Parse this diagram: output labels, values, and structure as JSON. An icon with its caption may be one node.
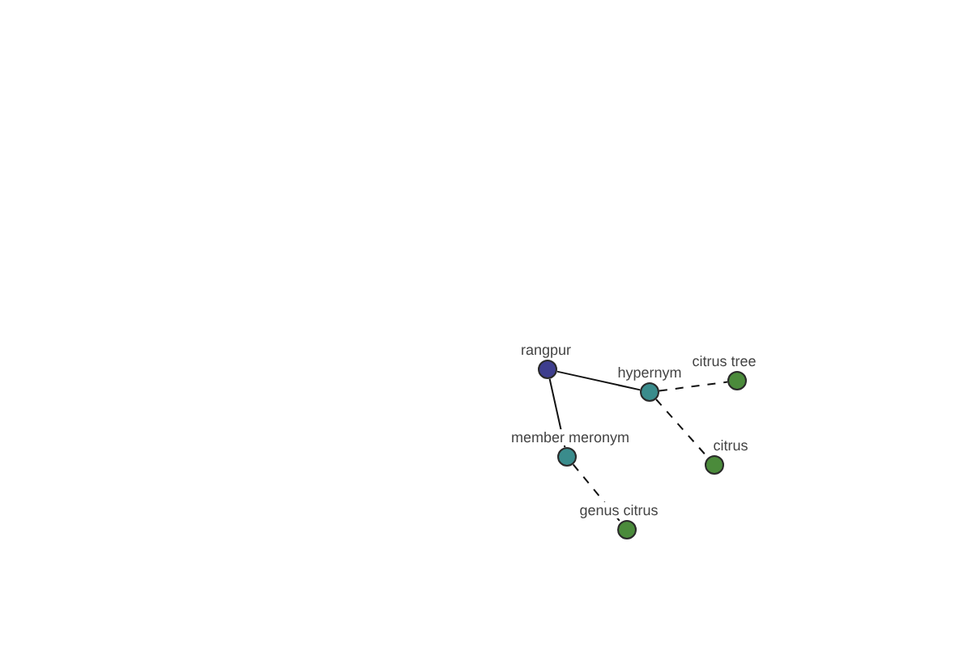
{
  "diagram": {
    "nodes": [
      {
        "text": [],
        "shape": "circle",
        "beside": [
          "rangpur"
        ]
      },
      {
        "text": [],
        "shape": "circle",
        "beside": [
          "hypernym"
        ]
      },
      {
        "text": [],
        "shape": "circle",
        "beside": [
          "citrus tree"
        ]
      },
      {
        "text": [],
        "shape": "circle",
        "beside": [
          "member meronym"
        ]
      },
      {
        "text": [],
        "shape": "circle",
        "beside": [
          "citrus"
        ]
      },
      {
        "text": [],
        "shape": "circle",
        "beside": [
          "genus citrus"
        ]
      }
    ],
    "edges": [
      {
        "from": 0,
        "to": 1,
        "arrow": "none"
      },
      {
        "from": 0,
        "to": 3,
        "arrow": "none"
      },
      {
        "from": 1,
        "to": 2,
        "arrow": "none",
        "style": "dashed"
      },
      {
        "from": 1,
        "to": 4,
        "arrow": "none",
        "style": "dashed"
      },
      {
        "from": 3,
        "to": 5,
        "arrow": "none",
        "style": "dashed"
      }
    ]
  }
}
